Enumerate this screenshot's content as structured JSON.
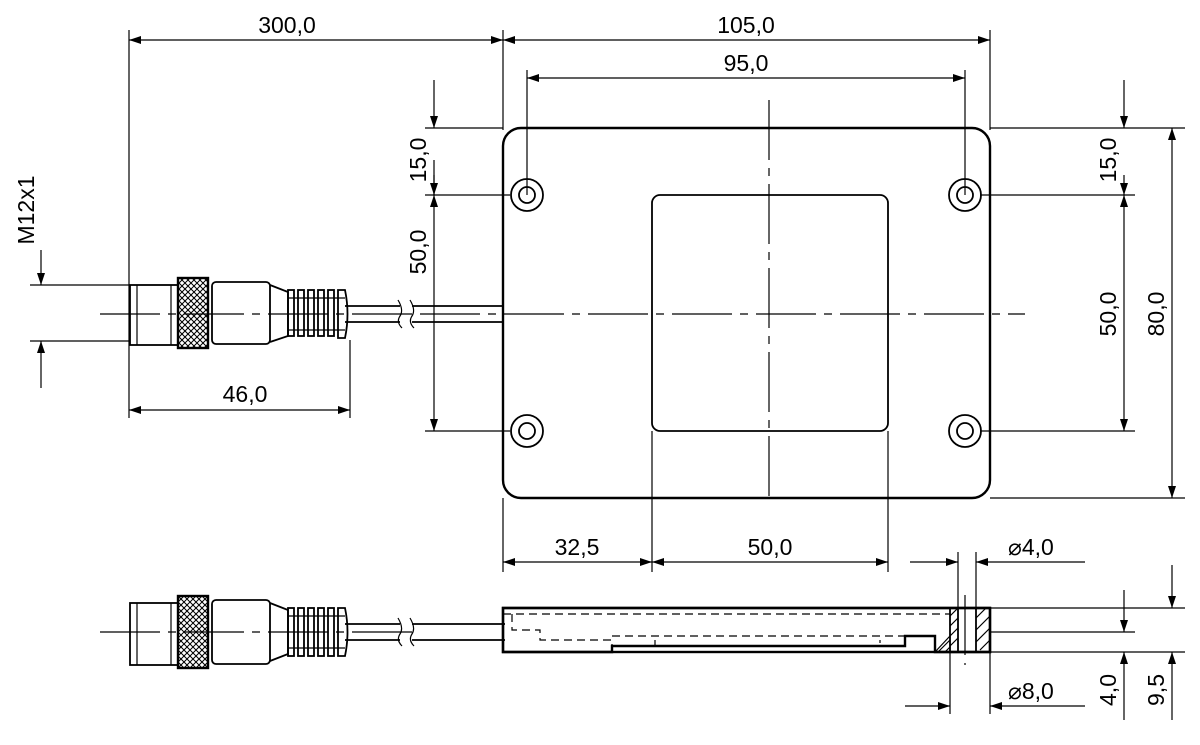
{
  "dimensions": {
    "cable_length": "300,0",
    "plate_width": "105,0",
    "hole_spacing_x": "95,0",
    "top_offset_left": "15,0",
    "hole_spacing_y_left": "50,0",
    "thread": "M12x1",
    "connector_length": "46,0",
    "top_offset_right": "15,0",
    "hole_spacing_y_right": "50,0",
    "plate_height": "80,0",
    "window_offset_x": "32,5",
    "window_width": "50,0",
    "hole_diameter": "4,0",
    "counterbore_diameter": "8,0",
    "counterbore_depth": "4,0",
    "plate_thickness": "9,5"
  },
  "symbols": {
    "diameter": "⌀"
  },
  "colors": {
    "line": "#000000",
    "background": "#ffffff"
  }
}
